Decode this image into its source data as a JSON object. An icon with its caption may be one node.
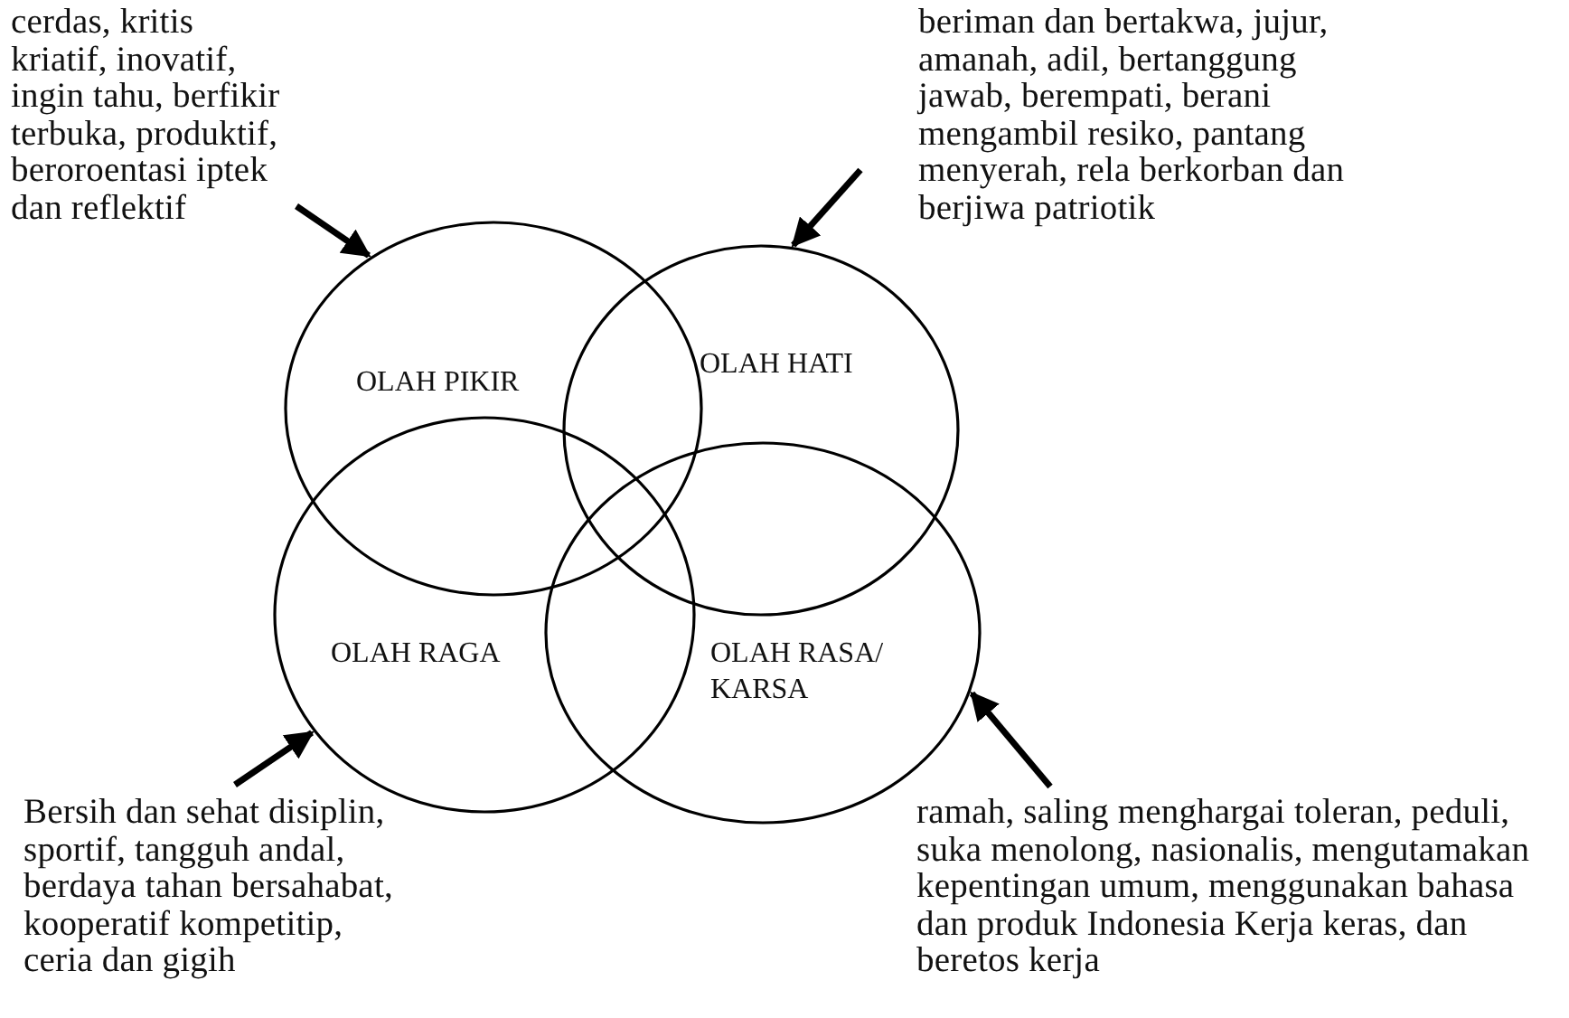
{
  "diagram": {
    "nodes": [
      {
        "text": [
          "cerdas, kritis kriatif, inovatif, ingin tahu, berfikir terbuka, produktif, beroroentasi iptek dan reflektif"
        ]
      },
      {
        "text": [
          "beriman dan bertakwa, jujur, amanah, adil, bertanggung jawab, berempati, berani mengambil resiko, pantang menyerah, rela berkorban dan berjiwa patriotik"
        ]
      },
      {
        "text": [
          "OLAH PIKIR"
        ]
      },
      {
        "text": [
          "OLAH HATI"
        ]
      },
      {
        "text": [
          "OLAH RAGA"
        ]
      },
      {
        "text": [
          "OLAH RASA/ KARSA"
        ]
      },
      {
        "text": [
          "Bersih dan sehat disiplin, sportif, tangguh andal, berdaya tahan bersahabat, kooperatif kompetitip, ceria dan gigih"
        ]
      },
      {
        "text": [
          "ramah, saling menghargai toleran, peduli, suka menolong, nasionalis, mengutamakan kepentingan umum, menggunakan bahasa dan produk Indonesia Kerja keras, dan beretos kerja"
        ]
      }
    ],
    "edges": [
      {
        "from": 0,
        "to": 2,
        "arrow": "to"
      },
      {
        "from": 1,
        "to": 3,
        "arrow": "to"
      },
      {
        "from": 6,
        "to": 4,
        "arrow": "to"
      },
      {
        "from": 7,
        "to": 5,
        "arrow": "to"
      }
    ]
  }
}
